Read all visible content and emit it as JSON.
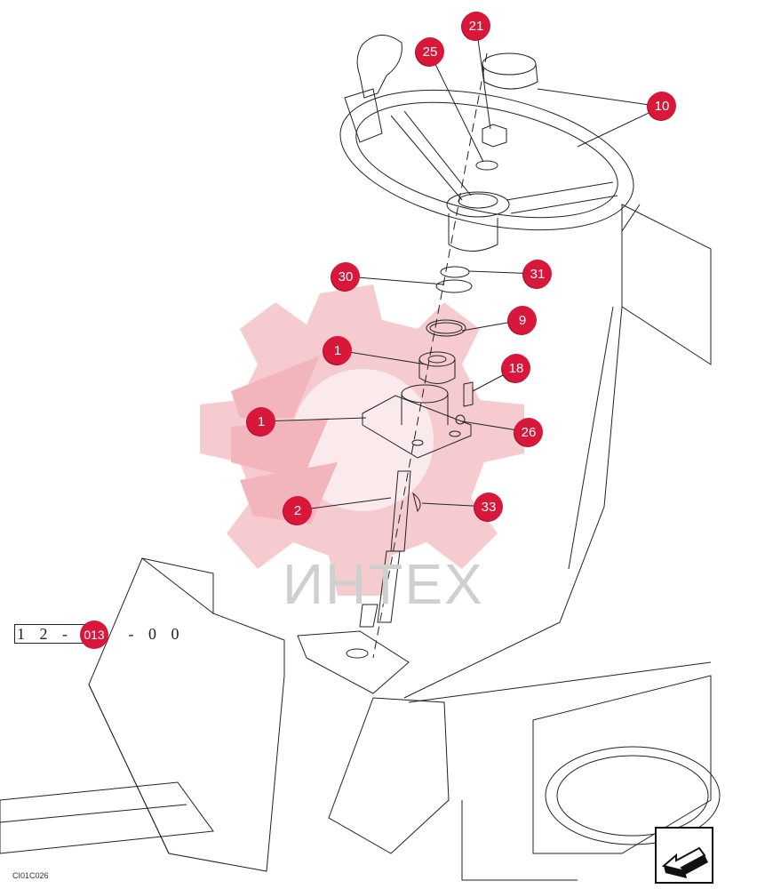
{
  "watermark": {
    "text": "ИНТЕХ",
    "color": "#e8a0a8"
  },
  "callouts": [
    {
      "id": "callout-21",
      "label": "21"
    },
    {
      "id": "callout-25",
      "label": "25"
    },
    {
      "id": "callout-10",
      "label": "10"
    },
    {
      "id": "callout-30",
      "label": "30"
    },
    {
      "id": "callout-31",
      "label": "31"
    },
    {
      "id": "callout-9",
      "label": "9"
    },
    {
      "id": "callout-1-bushing",
      "label": "1"
    },
    {
      "id": "callout-18",
      "label": "18"
    },
    {
      "id": "callout-1-flange",
      "label": "1"
    },
    {
      "id": "callout-26",
      "label": "26"
    },
    {
      "id": "callout-2",
      "label": "2"
    },
    {
      "id": "callout-33",
      "label": "33"
    }
  ],
  "code_label": {
    "prefix": "1 2 - 0",
    "callout": "013",
    "suffix": "- 0 0"
  },
  "drawing_id": "CI01C026",
  "accent_color": "#d9173b",
  "nav_icon": "arrow-down-left-icon"
}
